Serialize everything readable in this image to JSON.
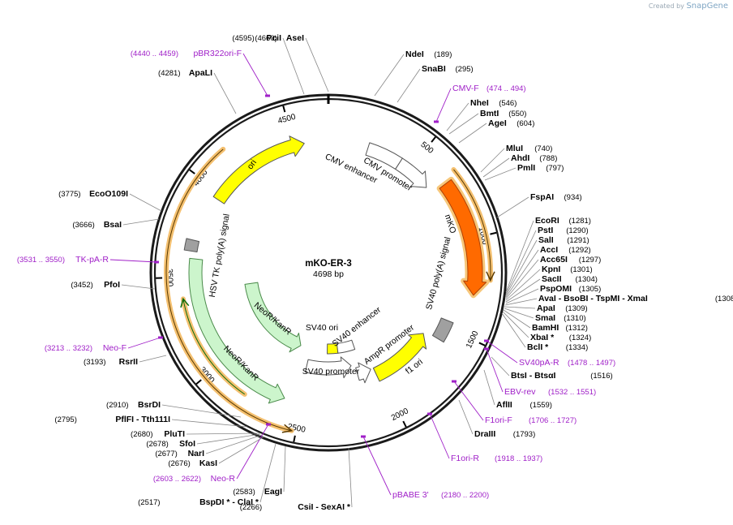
{
  "credit": {
    "prefix": "Created by",
    "brand": "SnapGene"
  },
  "plasmid": {
    "name": "mKO-ER-3",
    "length_label": "4698 bp",
    "length": 4698
  },
  "ticks": [
    "500",
    "1000",
    "1500",
    "2000",
    "2500",
    "3000",
    "3500",
    "4000",
    "4500"
  ],
  "features": [
    {
      "id": "cmv-enhancer",
      "label": "CMV enhancer",
      "color": "#ffffff",
      "dir": "cw"
    },
    {
      "id": "cmv-promoter",
      "label": "CMV promoter",
      "color": "#ffffff",
      "dir": "cw"
    },
    {
      "id": "mko",
      "label": "mKO",
      "color": "#ff6a00",
      "dir": "cw"
    },
    {
      "id": "sv40-polya",
      "label": "SV40 poly(A) signal",
      "color": "#a0a0a0",
      "dir": "none"
    },
    {
      "id": "f1-ori",
      "label": "f1 ori",
      "color": "#ffff00",
      "dir": "ccw"
    },
    {
      "id": "ampr-promoter",
      "label": "AmpR promoter",
      "color": "#ffffff",
      "dir": "ccw"
    },
    {
      "id": "sv40-promoter",
      "label": "SV40 promoter",
      "color": "#ffffff",
      "dir": "ccw"
    },
    {
      "id": "sv40-ori",
      "label": "SV40 ori",
      "color": "#ffff00",
      "dir": "none"
    },
    {
      "id": "sv40-enhancer",
      "label": "SV40 enhancer",
      "color": "#ffffff",
      "dir": "none"
    },
    {
      "id": "neor-kanr",
      "label": "NeoR/KanR",
      "color": "#ccf5cc",
      "dir": "ccw"
    },
    {
      "id": "hsv-tk-polya",
      "label": "HSV TK poly(A) signal",
      "color": "#a0a0a0",
      "dir": "none"
    },
    {
      "id": "ori",
      "label": "ori",
      "color": "#ffff00",
      "dir": "cw"
    }
  ],
  "enzymes": [
    {
      "name": "AseI",
      "pos": "(4660)"
    },
    {
      "name": "NdeI",
      "pos": "(189)"
    },
    {
      "name": "SnaBI",
      "pos": "(295)"
    },
    {
      "name": "NheI",
      "pos": "(546)"
    },
    {
      "name": "BmtI",
      "pos": "(550)"
    },
    {
      "name": "AgeI",
      "pos": "(604)"
    },
    {
      "name": "MluI",
      "pos": "(740)"
    },
    {
      "name": "AhdI",
      "pos": "(788)"
    },
    {
      "name": "PmlI",
      "pos": "(797)"
    },
    {
      "name": "FspAI",
      "pos": "(934)"
    },
    {
      "name": "EcoRI",
      "pos": "(1281)"
    },
    {
      "name": "PstI",
      "pos": "(1290)"
    },
    {
      "name": "SalI",
      "pos": "(1291)"
    },
    {
      "name": "AccI",
      "pos": "(1292)"
    },
    {
      "name": "Acc65I",
      "pos": "(1297)"
    },
    {
      "name": "KpnI",
      "pos": "(1301)"
    },
    {
      "name": "SacII",
      "pos": "(1304)"
    },
    {
      "name": "PspOMI",
      "pos": "(1305)"
    },
    {
      "name": "AvaI  -  BsoBI  -  TspMI  -  XmaI",
      "pos": "(1308)"
    },
    {
      "name": "ApaI",
      "pos": "(1309)"
    },
    {
      "name": "SmaI",
      "pos": "(1310)"
    },
    {
      "name": "BamHI",
      "pos": "(1312)"
    },
    {
      "name": "XbaI *",
      "pos": "(1324)"
    },
    {
      "name": "BclI *",
      "pos": "(1334)"
    },
    {
      "name": "BtsI  -  BtsαI",
      "pos": "(1516)"
    },
    {
      "name": "AflII",
      "pos": "(1559)"
    },
    {
      "name": "DraIII",
      "pos": "(1793)"
    },
    {
      "name": "CsiI  -  SexAI *",
      "pos": "(2266)"
    },
    {
      "name": "BspDI *  -  ClaI *",
      "pos": "(2517)"
    },
    {
      "name": "EagI",
      "pos": "(2583)"
    },
    {
      "name": "KasI",
      "pos": "(2676)"
    },
    {
      "name": "NarI",
      "pos": "(2677)"
    },
    {
      "name": "SfoI",
      "pos": "(2678)"
    },
    {
      "name": "PluTI",
      "pos": "(2680)"
    },
    {
      "name": "PflFI  -  Tth111I",
      "pos": "(2795)"
    },
    {
      "name": "BsrDI",
      "pos": "(2910)"
    },
    {
      "name": "RsrII",
      "pos": "(3193)"
    },
    {
      "name": "PfoI",
      "pos": "(3452)"
    },
    {
      "name": "BsaI",
      "pos": "(3666)"
    },
    {
      "name": "EcoO109I",
      "pos": "(3775)"
    },
    {
      "name": "ApaLI",
      "pos": "(4281)"
    },
    {
      "name": "PciI",
      "pos": "(4595)"
    }
  ],
  "primers": [
    {
      "name": "CMV-F",
      "pos": "(474 .. 494)"
    },
    {
      "name": "SV40pA-R",
      "pos": "(1478 .. 1497)"
    },
    {
      "name": "EBV-rev",
      "pos": "(1532 .. 1551)"
    },
    {
      "name": "F1ori-F",
      "pos": "(1706 .. 1727)"
    },
    {
      "name": "F1ori-R",
      "pos": "(1918 .. 1937)"
    },
    {
      "name": "pBABE 3'",
      "pos": "(2180 .. 2200)"
    },
    {
      "name": "Neo-R",
      "pos": "(2603 .. 2622)"
    },
    {
      "name": "Neo-F",
      "pos": "(3213 .. 3232)"
    },
    {
      "name": "TK-pA-R",
      "pos": "(3531 .. 3550)"
    },
    {
      "name": "pBR322ori-F",
      "pos": "(4440 .. 4459)"
    }
  ]
}
